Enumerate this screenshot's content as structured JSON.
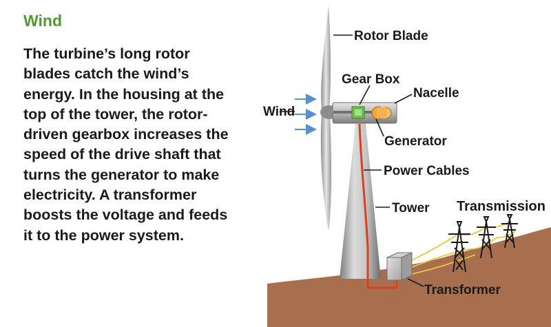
{
  "heading": "Wind",
  "paragraph_lines": [
    "The turbine’s long rotor",
    "blades catch the wind’s",
    "energy. In the housing at the",
    "top of the tower, the rotor-",
    "driven gearbox increases the",
    "speed of the drive shaft that",
    "turns the generator to make",
    "electricity. A transformer",
    "boosts the voltage and feeds",
    "it to the power system."
  ],
  "labels": {
    "rotor_blade": "Rotor Blade",
    "gear_box": "Gear Box",
    "nacelle": "Nacelle",
    "wind": "Wind",
    "generator": "Generator",
    "power_cables": "Power Cables",
    "tower": "Tower",
    "transmission": "Transmission",
    "transformer": "Transformer"
  },
  "colors": {
    "heading": "#4e9a2e",
    "ground": "#a86f4f",
    "cable": "#d8401f",
    "power_line": "#e8c73a",
    "gearbox": "#6cc04a",
    "generator": "#f0a63a",
    "wind_arrow": "#5a8fce"
  }
}
